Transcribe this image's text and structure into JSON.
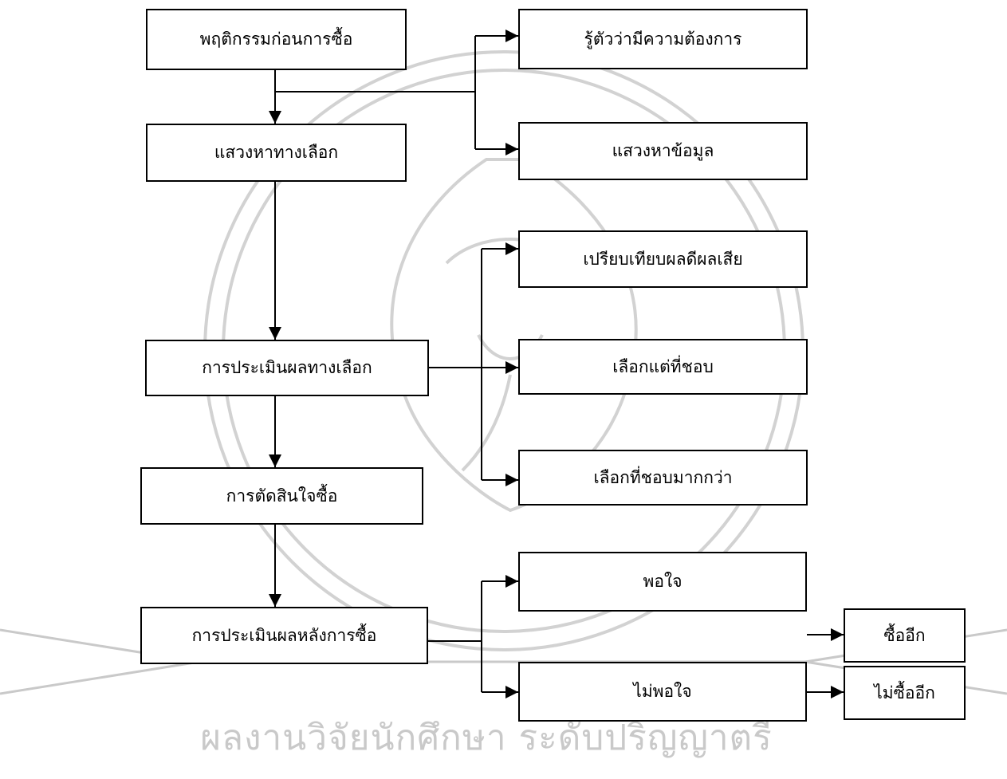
{
  "diagram": {
    "left_column": [
      {
        "id": "pre_purchase",
        "label": "พฤติกรรมก่อนการซื้อ"
      },
      {
        "id": "search_alternatives",
        "label": "แสวงหาทางเลือก"
      },
      {
        "id": "evaluate_alternatives",
        "label": "การประเมินผลทางเลือก"
      },
      {
        "id": "purchase_decision",
        "label": "การตัดสินใจซื้อ"
      },
      {
        "id": "post_purchase",
        "label": "การประเมินผลหลังการซื้อ"
      }
    ],
    "right_column": [
      {
        "id": "need_recognition",
        "label": "รู้ตัวว่ามีความต้องการ"
      },
      {
        "id": "information_search",
        "label": "แสวงหาข้อมูล"
      },
      {
        "id": "compare_pros_cons",
        "label": "เปรียบเทียบผลดีผลเสีย"
      },
      {
        "id": "choose_liked",
        "label": "เลือกแต่ที่ชอบ"
      },
      {
        "id": "choose_preferred",
        "label": "เลือกที่ชอบมากกว่า"
      },
      {
        "id": "satisfied",
        "label": "พอใจ"
      },
      {
        "id": "not_satisfied",
        "label": "ไม่พอใจ"
      }
    ],
    "outcomes": [
      {
        "id": "buy_again",
        "label": "ซื้ออีก"
      },
      {
        "id": "not_buy_again",
        "label": "ไม่ซื้ออีก"
      }
    ]
  },
  "watermark": {
    "text": "ผลงานวิจัยนักศึกษา ระดับปริญญาตรี"
  },
  "colors": {
    "line": "#000000",
    "watermark": "#c9c9c9"
  }
}
